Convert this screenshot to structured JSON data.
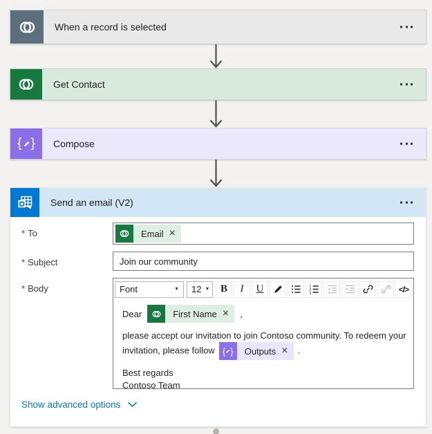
{
  "colors": {
    "page_bg": "#f3f2f1",
    "trigger_icon": "#5d6e7d",
    "trigger_card_bg": "#e9e9e9",
    "dataverse_green": "#17793f",
    "dataverse_card_bg": "#d9e9dd",
    "compose_purple": "#8b6fe8",
    "compose_card_bg": "#ece8fb",
    "outlook_blue": "#0078d4",
    "outlook_card_bg": "#d3e6f6",
    "green_pill_bg": "#dfeee3",
    "purple_pill_bg": "#e9e5fa",
    "link_text": "#0078d4",
    "required_red": "#c50f1f",
    "connector": "#53504e"
  },
  "icons": {
    "dataverse": "double-loop-swirl",
    "compose": "braces-pencil",
    "outlook": "outlook-calendar-envelope",
    "more_options": "horizontal-ellipsis",
    "dropdown_caret": "▼",
    "chevron_down": "∨"
  },
  "steps": [
    {
      "title": "When a record is selected"
    },
    {
      "title": "Get Contact"
    },
    {
      "title": "Compose"
    },
    {
      "title": "Send an email (V2)"
    }
  ],
  "email_card": {
    "required_marker": "*",
    "remove_glyph": "×",
    "to": {
      "label": "To",
      "pill_text": "Email"
    },
    "subject": {
      "label": "Subject",
      "value": "Join our community"
    },
    "body": {
      "label": "Body"
    },
    "toolbar": {
      "font_name": "Font",
      "font_size": "12",
      "bold": "B",
      "italic": "I",
      "underline": "U",
      "code_glyph": "</>"
    },
    "message": {
      "salutation_prefix": "Dear",
      "salutation_pill": "First Name",
      "salutation_suffix": ",",
      "paragraph": "please accept our invitation to join Contoso community. To redeem your invitation, please follow",
      "paragraph_pill": "Outputs",
      "paragraph_suffix": ".",
      "closing_line1": "Best regards",
      "closing_line2": "Contoso Team"
    },
    "advanced_options_label": "Show advanced options"
  }
}
